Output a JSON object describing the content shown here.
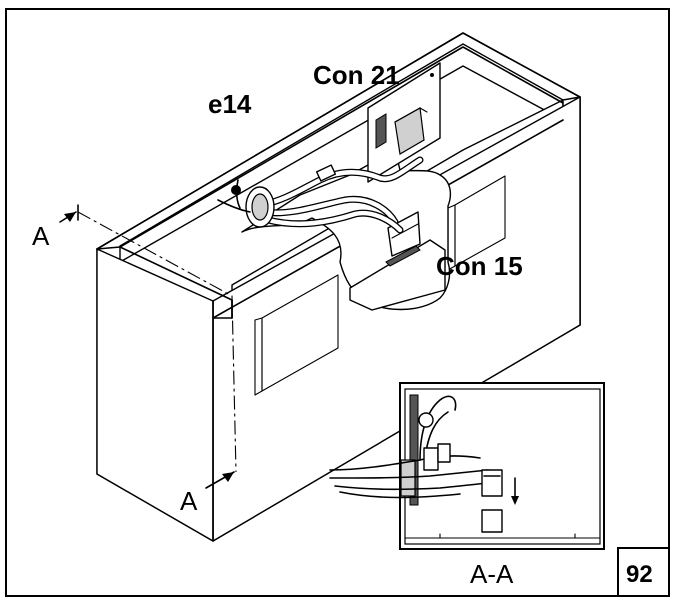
{
  "labels": {
    "e14": "e14",
    "con21": "Con 21",
    "con15": "Con 15",
    "section_a_top": "A",
    "section_a_bottom": "A",
    "section_caption": "A-A",
    "page_number": "92"
  }
}
